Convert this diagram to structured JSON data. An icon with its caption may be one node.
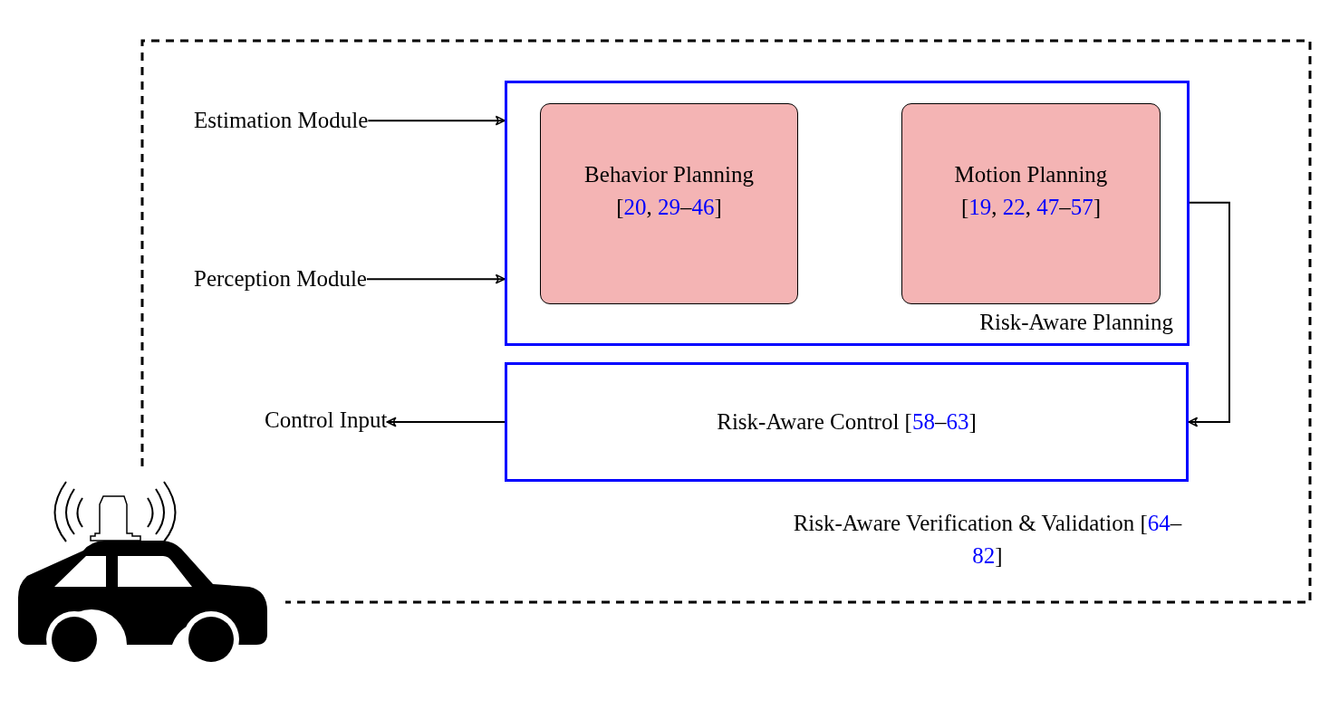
{
  "diagram": {
    "nodes": [
      {
        "text": [
          "Risk-Aware Verification & Validation [64–82]"
        ]
      },
      {
        "text": [
          "Risk-Aware Planning"
        ],
        "in": 0
      },
      {
        "text": [
          "Behavior Planning [20, 29–46]"
        ],
        "in": 1
      },
      {
        "text": [
          "Motion Planning [19, 22, 47–57]"
        ],
        "in": 1
      },
      {
        "text": [
          "Risk-Aware Control [58–63]"
        ],
        "in": 0
      },
      {
        "text": [
          "Estimation Module"
        ],
        "in": 0
      },
      {
        "text": [
          "Perception Module"
        ],
        "in": 0
      },
      {
        "text": [
          "Control Input"
        ],
        "in": 0
      }
    ],
    "edges": [
      {
        "from": 5,
        "to": 1,
        "arrow": "to"
      },
      {
        "from": 6,
        "to": 1,
        "arrow": "to"
      },
      {
        "from": 1,
        "to": 4,
        "arrow": "to"
      },
      {
        "from": 4,
        "to": 7,
        "arrow": "to"
      }
    ]
  }
}
